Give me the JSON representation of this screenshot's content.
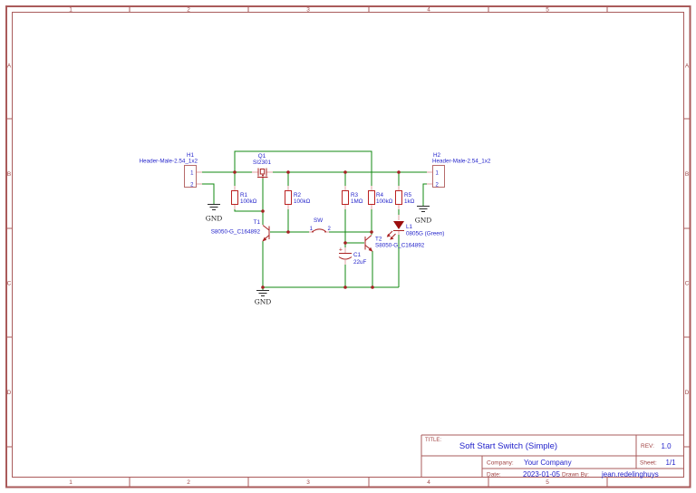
{
  "frame": {
    "columns": [
      "1",
      "2",
      "3",
      "4",
      "5"
    ],
    "rows": [
      "A",
      "B",
      "C",
      "D"
    ]
  },
  "title_block": {
    "title_label": "TITLE:",
    "title": "Soft Start Switch (Simple)",
    "rev_label": "REV:",
    "rev": "1.0",
    "company_label": "Company:",
    "company": "Your Company",
    "sheet_label": "Sheet:",
    "sheet": "1/1",
    "date_label": "Date:",
    "date": "2023-01-05",
    "drawn_by_label": "Drawn By:",
    "drawn_by": "jean.redelinghuys"
  },
  "net": {
    "gnd": "GND"
  },
  "components": {
    "h1": {
      "ref": "H1",
      "value": "Header-Male-2.54_1x2",
      "pin1": "1",
      "pin2": "2"
    },
    "h2": {
      "ref": "H2",
      "value": "Header-Male-2.54_1x2",
      "pin1": "1",
      "pin2": "2"
    },
    "q1": {
      "ref": "Q1",
      "value": "SI2301"
    },
    "r1": {
      "ref": "R1",
      "value": "100kΩ"
    },
    "r2": {
      "ref": "R2",
      "value": "100kΩ"
    },
    "r3": {
      "ref": "R3",
      "value": "1MΩ"
    },
    "r4": {
      "ref": "R4",
      "value": "100kΩ"
    },
    "r5": {
      "ref": "R5",
      "value": "1kΩ"
    },
    "t1": {
      "ref": "T1",
      "value": "S8050-G_C164892"
    },
    "t2": {
      "ref": "T2",
      "value": "S8050-G_C164892"
    },
    "c1": {
      "ref": "C1",
      "value": "22uF",
      "plus": "+"
    },
    "l1": {
      "ref": "L1",
      "value": "0805G (Green)"
    },
    "sw": {
      "ref": "SW",
      "pin1": "1",
      "pin2": "2"
    }
  },
  "colors": {
    "wire_green": "#118811",
    "component_red": "#a92222",
    "pin_pink": "#e2a1a1",
    "label_blue": "#2424cb",
    "frame_red": "#aa5b5b",
    "gnd_text": "#1c1c1c",
    "background": "#ffffff"
  }
}
